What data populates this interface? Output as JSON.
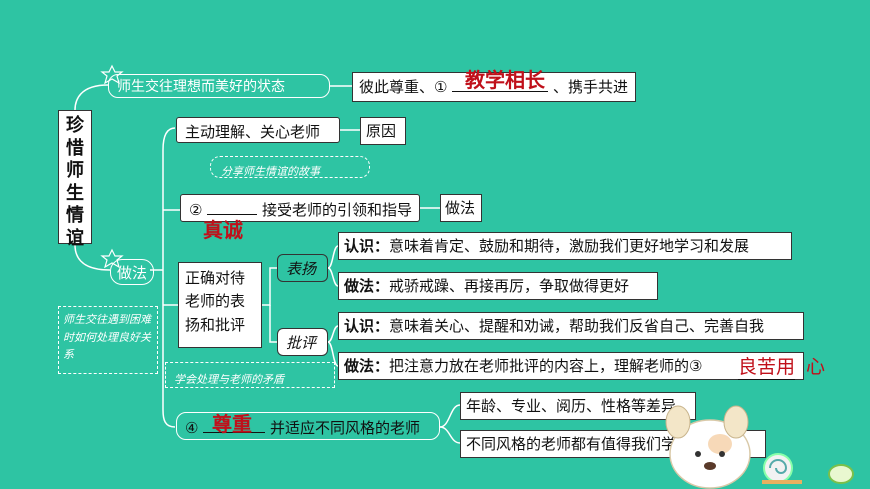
{
  "title": "珍惜师生情谊",
  "branch_top": {
    "label": "师生交往理想而美好的状态",
    "result_prefix": "彼此尊重、①",
    "answer": "教学相长",
    "result_suffix": "、携手共进"
  },
  "branch_do": {
    "label": "做法",
    "note": "师生交往遇到困难时如何处理良好关系",
    "items": [
      {
        "label": "主动理解、关心老师",
        "tag": "原因"
      },
      {
        "note": "分享师生情谊的故事",
        "prefix": "②",
        "answer": "真诚",
        "label": "接受老师的引领和指导",
        "tag": "做法"
      },
      {
        "label": "正确对待老师的表扬和批评",
        "note": "学会处理与老师的矛盾",
        "sub": [
          {
            "label": "表扬",
            "rows": [
              {
                "key": "认识：",
                "text": "意味着肯定、鼓励和期待，激励我们更好地学习和发展"
              },
              {
                "key": "做法：",
                "text": "戒骄戒躁、再接再厉，争取做得更好"
              }
            ]
          },
          {
            "label": "批评",
            "rows": [
              {
                "key": "认识：",
                "text": "意味着关心、提醒和劝诫，帮助我们反省自己、完善自我"
              },
              {
                "key": "做法：",
                "text": "把注意力放在老师批评的内容上，理解老师的③",
                "answer": "良苦用",
                "tail": "心"
              }
            ]
          }
        ]
      },
      {
        "prefix": "④",
        "answer": "尊重",
        "label": "并适应不同风格的老师",
        "tags": [
          "年龄、专业、阅历、性格等差异",
          "不同风格的老师都有值得我们学习的地方"
        ]
      }
    ]
  },
  "colors": {
    "background": "#2ec4a3",
    "answer": "#c0101a",
    "box_border": "#333333"
  }
}
